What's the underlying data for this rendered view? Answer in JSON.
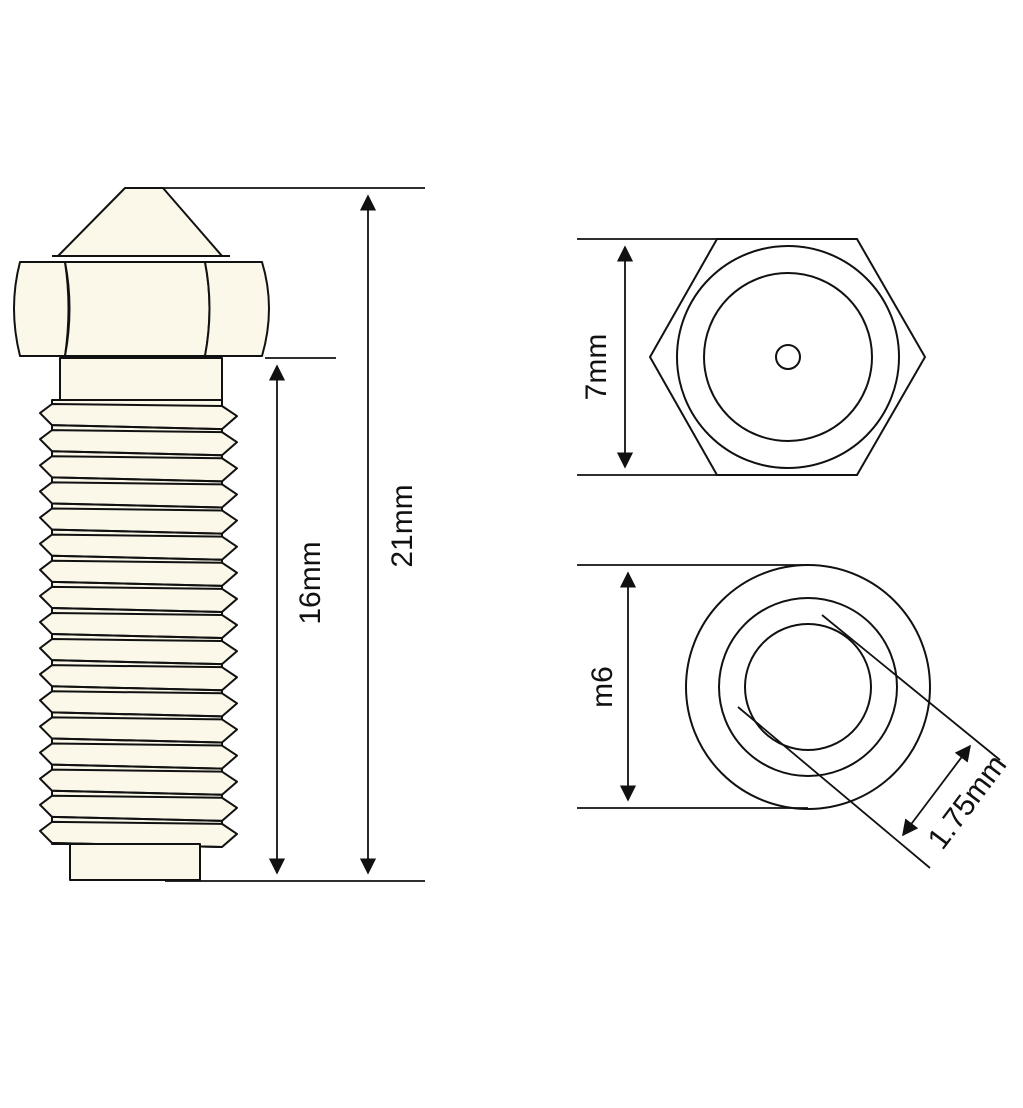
{
  "dimensions": {
    "total_length": "21mm",
    "thread_length": "16mm",
    "hex_size": "7mm",
    "thread_size": "m6",
    "filament_diameter": "1.75mm"
  },
  "colors": {
    "outline": "#111111",
    "metal_fill": "#fbf8ea",
    "background": "#ffffff"
  }
}
